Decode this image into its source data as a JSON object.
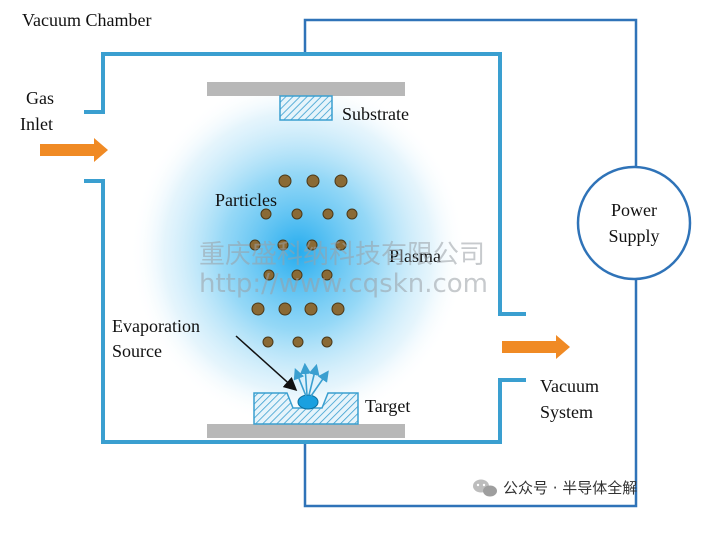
{
  "labels": {
    "vacuum_chamber": "Vacuum Chamber",
    "gas_line1": "Gas",
    "gas_line2": "Inlet",
    "substrate": "Substrate",
    "particles": "Particles",
    "plasma": "Plasma",
    "evap_line1": "Evaporation",
    "evap_line2": "Source",
    "target": "Target",
    "vacuum_line1": "Vacuum",
    "vacuum_line2": "System",
    "power_line1": "Power",
    "power_line2": "Supply"
  },
  "watermark": {
    "line1": "重庆盛科纳科技有限公司",
    "line2": "http://www.cqskn.com"
  },
  "footer": {
    "source": "公众号 · 半导体全解"
  },
  "colors": {
    "chamber": "#3a9fd0",
    "wire": "#2f73b8",
    "arrow": "#f08a24",
    "plate": "#b8b8b8",
    "particle": "#8a6a35",
    "particle_stroke": "#4a3818",
    "plasma": "#2fb0ee"
  }
}
